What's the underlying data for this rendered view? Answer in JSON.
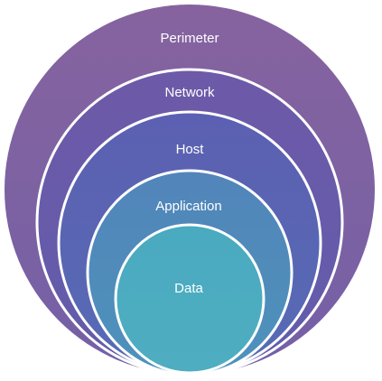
{
  "layers": [
    {
      "label": "Perimeter",
      "color": "#7f63a3"
    },
    {
      "label": "Network",
      "color": "#6a5aa8"
    },
    {
      "label": "Host",
      "color": "#5a5fb0"
    },
    {
      "label": "Application",
      "color": "#4f86b8"
    },
    {
      "label": "Data",
      "color": "#4ba9c0"
    }
  ]
}
